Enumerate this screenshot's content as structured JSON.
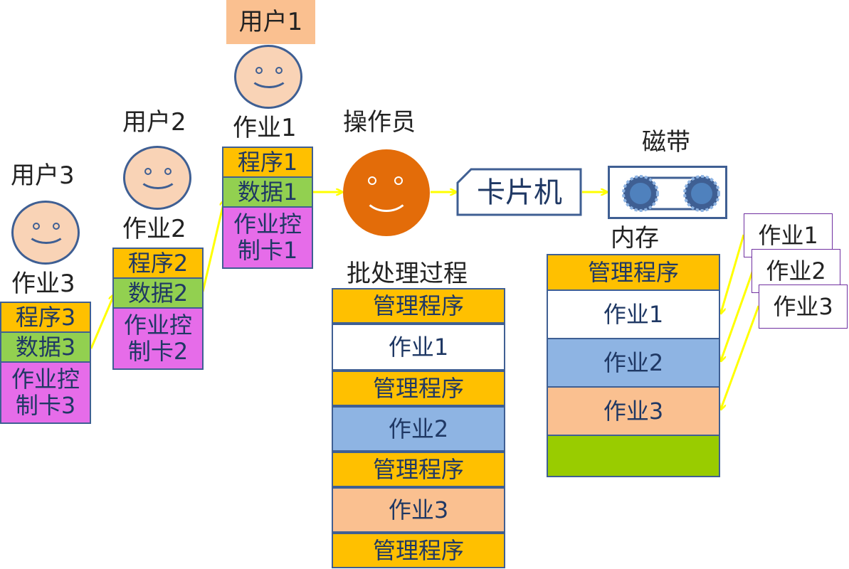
{
  "users": [
    {
      "name": "用户3",
      "job": "作业3",
      "program": "程序3",
      "data": "数据3",
      "card": "作业控制卡3"
    },
    {
      "name": "用户2",
      "job": "作业2",
      "program": "程序2",
      "data": "数据2",
      "card": "作业控制卡2"
    },
    {
      "name": "用户1",
      "job": "作业1",
      "program": "程序1",
      "data": "数据1",
      "card": "作业控制卡1"
    }
  ],
  "operator": {
    "label": "操作员"
  },
  "card_reader": {
    "label": "卡片机"
  },
  "tape": {
    "label": "磁带"
  },
  "batch_process": {
    "title": "批处理过程",
    "items": [
      "管理程序",
      "作业1",
      "管理程序",
      "作业2",
      "管理程序",
      "作业3",
      "管理程序"
    ]
  },
  "memory": {
    "title": "内存",
    "items": [
      "管理程序",
      "作业1",
      "作业2",
      "作业3",
      ""
    ],
    "incoming": [
      "作业1",
      "作业2",
      "作业3"
    ]
  },
  "colors": {
    "program": "#ffc000",
    "data": "#92d050",
    "card": "#e66ce9",
    "job1": "#ffffff",
    "job2": "#8eb4e3",
    "job3": "#fac090",
    "free": "#99cc00",
    "operator": "#e36c09",
    "arrow": "#ffff00",
    "user1_highlight": "#fac090"
  }
}
